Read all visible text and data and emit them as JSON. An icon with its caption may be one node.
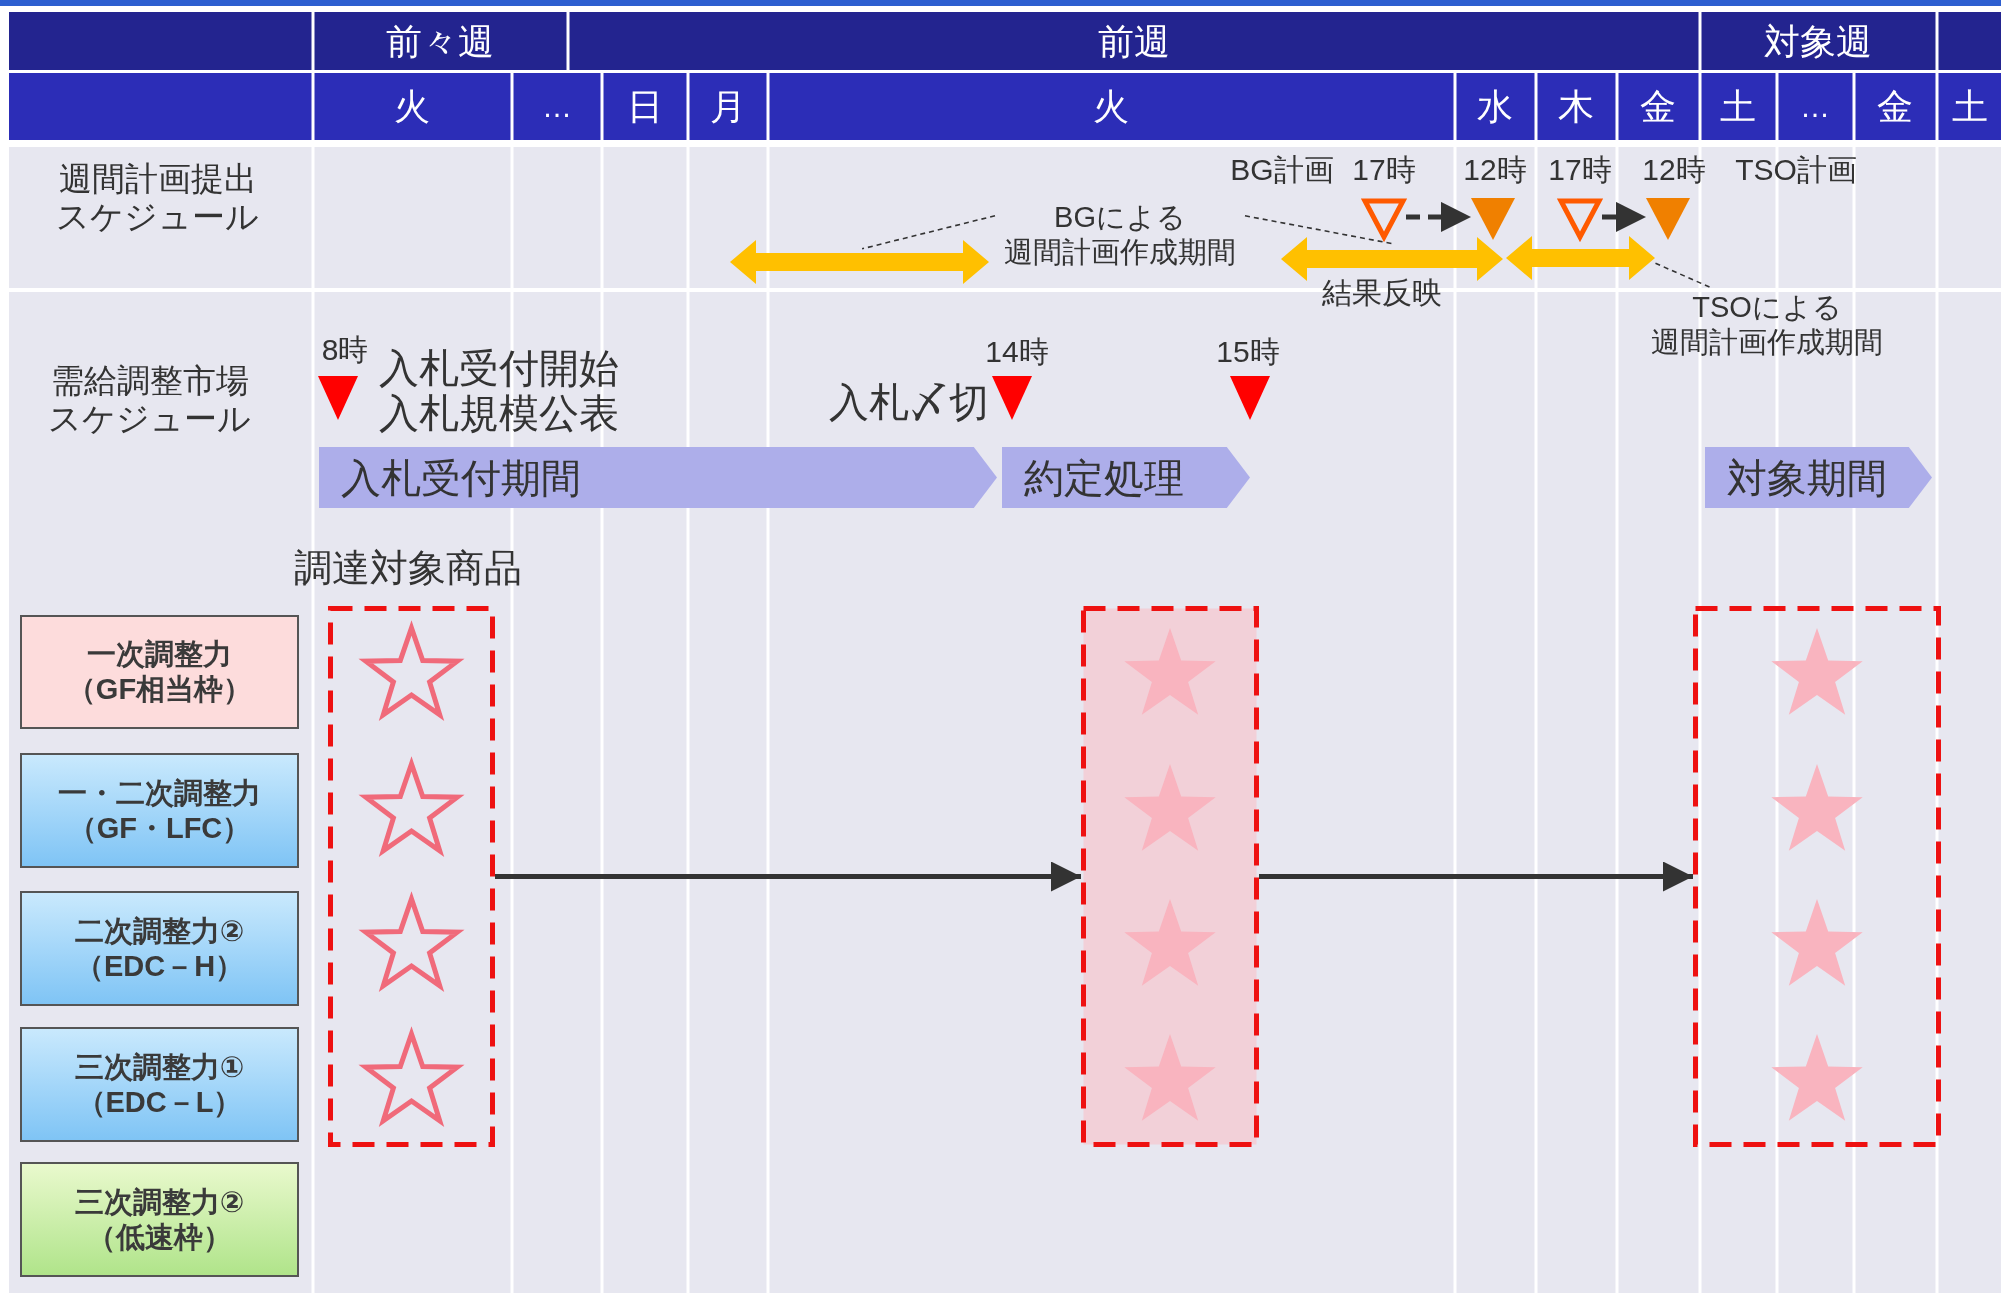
{
  "diagram": {
    "nodes": [
      {
        "text": [
          "BGによる",
          "週間計画作成期間"
        ]
      },
      {
        "text": [],
        "shape": "arrow"
      },
      {
        "text": [],
        "shape": "arrow",
        "beside": [
          "結果反映"
        ]
      },
      {
        "text": [],
        "shape": "arrow"
      },
      {
        "text": [
          "TSOによる",
          "週間計画作成期間"
        ]
      },
      {
        "text": [],
        "shape": "triangle",
        "beside": [
          "17時"
        ]
      },
      {
        "text": [],
        "shape": "triangle",
        "beside": [
          "12時"
        ]
      },
      {
        "text": [],
        "shape": "triangle",
        "beside": [
          "17時"
        ]
      },
      {
        "text": [],
        "shape": "triangle",
        "beside": [
          "12時"
        ]
      },
      {
        "text": [
          "入札受付期間"
        ]
      },
      {
        "text": [
          "約定処理"
        ]
      },
      {
        "text": [
          "対象期間"
        ]
      },
      {
        "text": [
          "一次調整力",
          "（GF相当枠）"
        ]
      },
      {
        "text": [
          "一・二次調整力",
          "（GF・LFC）"
        ]
      },
      {
        "text": [
          "二次調整力②",
          "（EDC－H）"
        ]
      },
      {
        "text": [
          "三次調整力①",
          "（EDC－L）"
        ]
      },
      {
        "text": [
          "三次調整力②",
          "（低速枠）"
        ]
      },
      {
        "text": [],
        "shape": "box"
      },
      {
        "text": [],
        "shape": "box"
      },
      {
        "text": [],
        "shape": "box"
      }
    ],
    "edges": [
      {
        "from": 0,
        "to": 1,
        "arrow": "none",
        "style": "dashed"
      },
      {
        "from": 0,
        "to": 2,
        "arrow": "none",
        "style": "dashed"
      },
      {
        "from": 4,
        "to": 3,
        "arrow": "none",
        "style": "dashed"
      },
      {
        "from": 5,
        "to": 6,
        "arrow": "to",
        "style": "dashed"
      },
      {
        "from": 7,
        "to": 8,
        "arrow": "to",
        "style": "dashed"
      },
      {
        "from": 17,
        "to": 18,
        "arrow": "to"
      },
      {
        "from": 18,
        "to": 19,
        "arrow": "to"
      }
    ],
    "labels": [
      "前々週",
      "前週",
      "対象週",
      "火",
      "…",
      "日",
      "月",
      "火",
      "水",
      "木",
      "金",
      "土",
      "…",
      "金",
      "土",
      "週間計画提出スケジュール",
      "BG計画",
      "TSO計画",
      "需給調整市場スケジュール",
      "8時",
      "入札受付開始",
      "入札規模公表",
      "14時",
      "入札〆切",
      "15時",
      "調達対象商品"
    ]
  }
}
